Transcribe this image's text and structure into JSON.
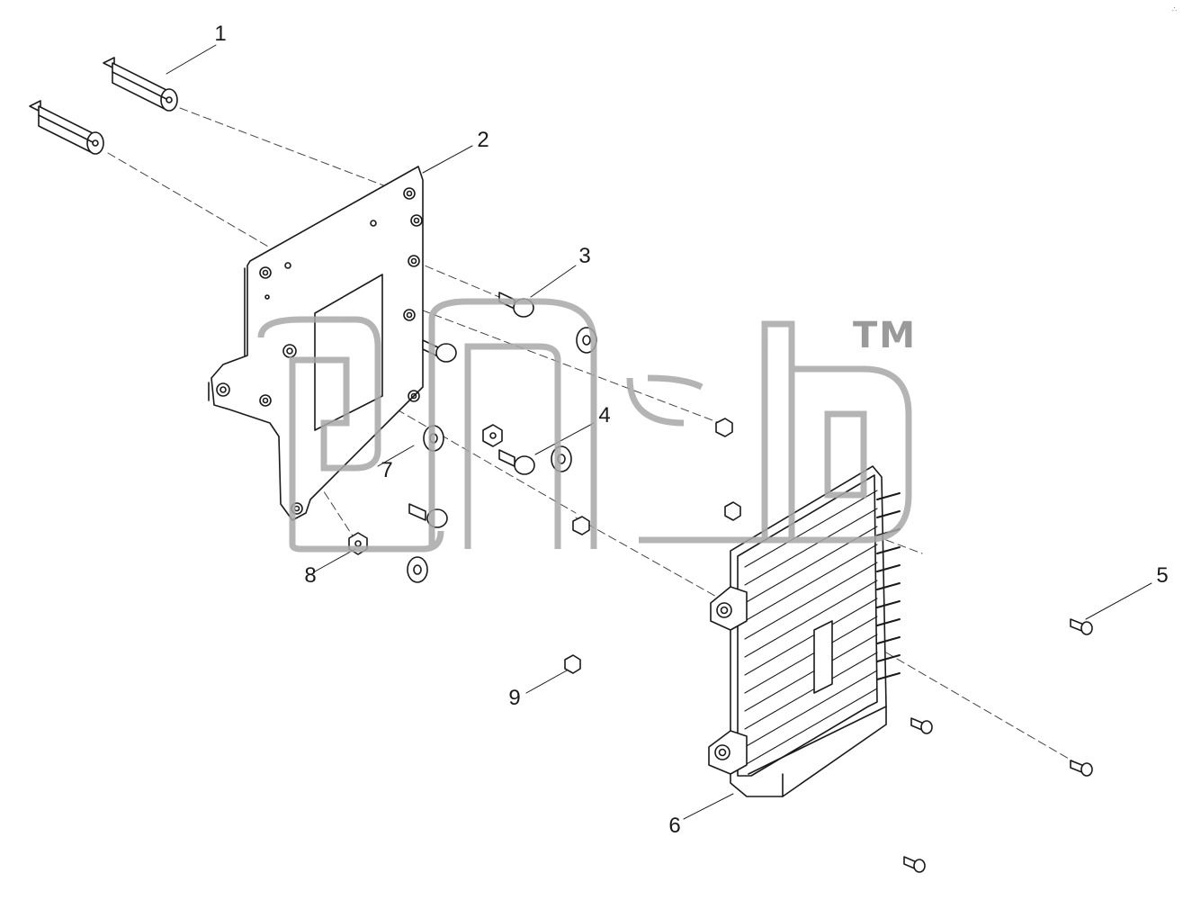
{
  "diagram": {
    "callouts": [
      {
        "id": "1",
        "label": "1"
      },
      {
        "id": "2",
        "label": "2"
      },
      {
        "id": "3",
        "label": "3"
      },
      {
        "id": "4",
        "label": "4"
      },
      {
        "id": "5",
        "label": "5"
      },
      {
        "id": "6",
        "label": "6"
      },
      {
        "id": "7",
        "label": "7"
      },
      {
        "id": "8",
        "label": "8"
      },
      {
        "id": "9",
        "label": "9"
      }
    ],
    "watermark": {
      "trademark": "TM"
    },
    "colors": {
      "line": "#1a1a1a",
      "watermark": "#a8a8a8",
      "part_fill": "#ffffff"
    }
  }
}
